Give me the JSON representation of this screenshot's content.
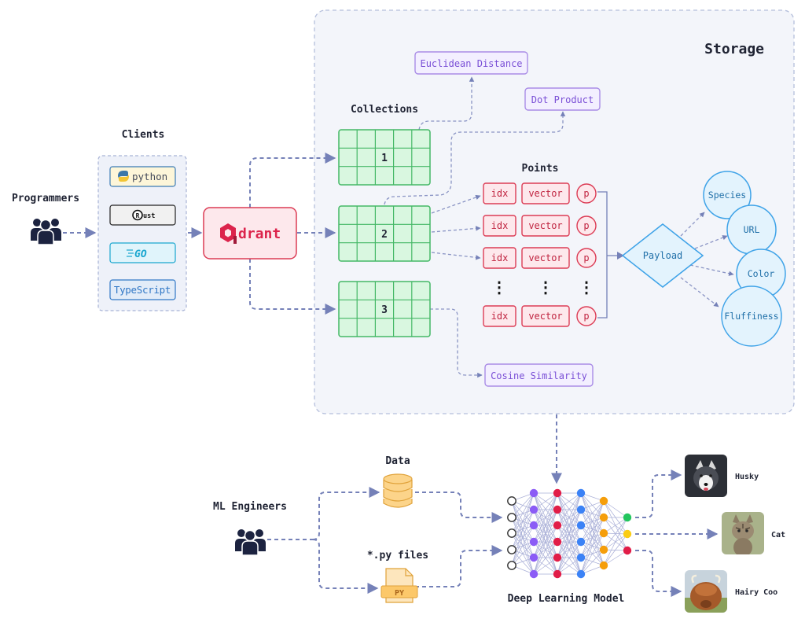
{
  "storage": {
    "title": "Storage"
  },
  "clients": {
    "title": "Clients",
    "items": [
      {
        "label": "python",
        "icon": "python-icon"
      },
      {
        "label": "ust",
        "icon": "rust-icon"
      },
      {
        "label": "GO",
        "icon": "go-icon"
      },
      {
        "label": "TypeScript",
        "icon": "typescript-icon"
      }
    ]
  },
  "programmers": {
    "label": "Programmers",
    "icon": "users-icon"
  },
  "qdrant": {
    "label": "drant",
    "icon": "qdrant-logo-icon"
  },
  "collections": {
    "title": "Collections",
    "items": [
      "1",
      "2",
      "3"
    ]
  },
  "metrics": {
    "euclidean": "Euclidean Distance",
    "dot": "Dot Product",
    "cosine": "Cosine Similarity"
  },
  "points": {
    "title": "Points",
    "idx": "idx",
    "vector": "vector",
    "payload_key": "p",
    "ellipsis": "⋮"
  },
  "payload": {
    "label": "Payload",
    "fields": [
      "Species",
      "URL",
      "Color",
      "Fluffiness"
    ]
  },
  "ml": {
    "engineers": "ML Engineers",
    "data": "Data",
    "files": "*.py files",
    "file_badge": "PY",
    "model": "Deep Learning Model"
  },
  "outputs": [
    "Husky",
    "Cat",
    "Hairy Coo"
  ],
  "colors": {
    "storage_bg": "#f3f5fa",
    "storage_border": "#b5bfdc",
    "arrow": "#7581b8",
    "collection_fill": "#d9f7e0",
    "collection_border": "#44b866",
    "point_fill": "#fde8ec",
    "point_border": "#dc3c55",
    "metric_fill": "#f3efff",
    "metric_border": "#a98ce6",
    "metric_text": "#7a4fd6",
    "payload_fill": "#e3f3fd",
    "payload_border": "#3fa3e8",
    "qdrant_fill": "#fde8ec",
    "qdrant_border": "#dc3c55",
    "icon_dark": "#1c2340",
    "nn_purple": "#8b5cf6",
    "nn_red": "#e11d48",
    "nn_blue": "#3b82f6",
    "nn_orange": "#f59e0b",
    "nn_green": "#22c55e",
    "nn_yellow": "#facc15"
  }
}
